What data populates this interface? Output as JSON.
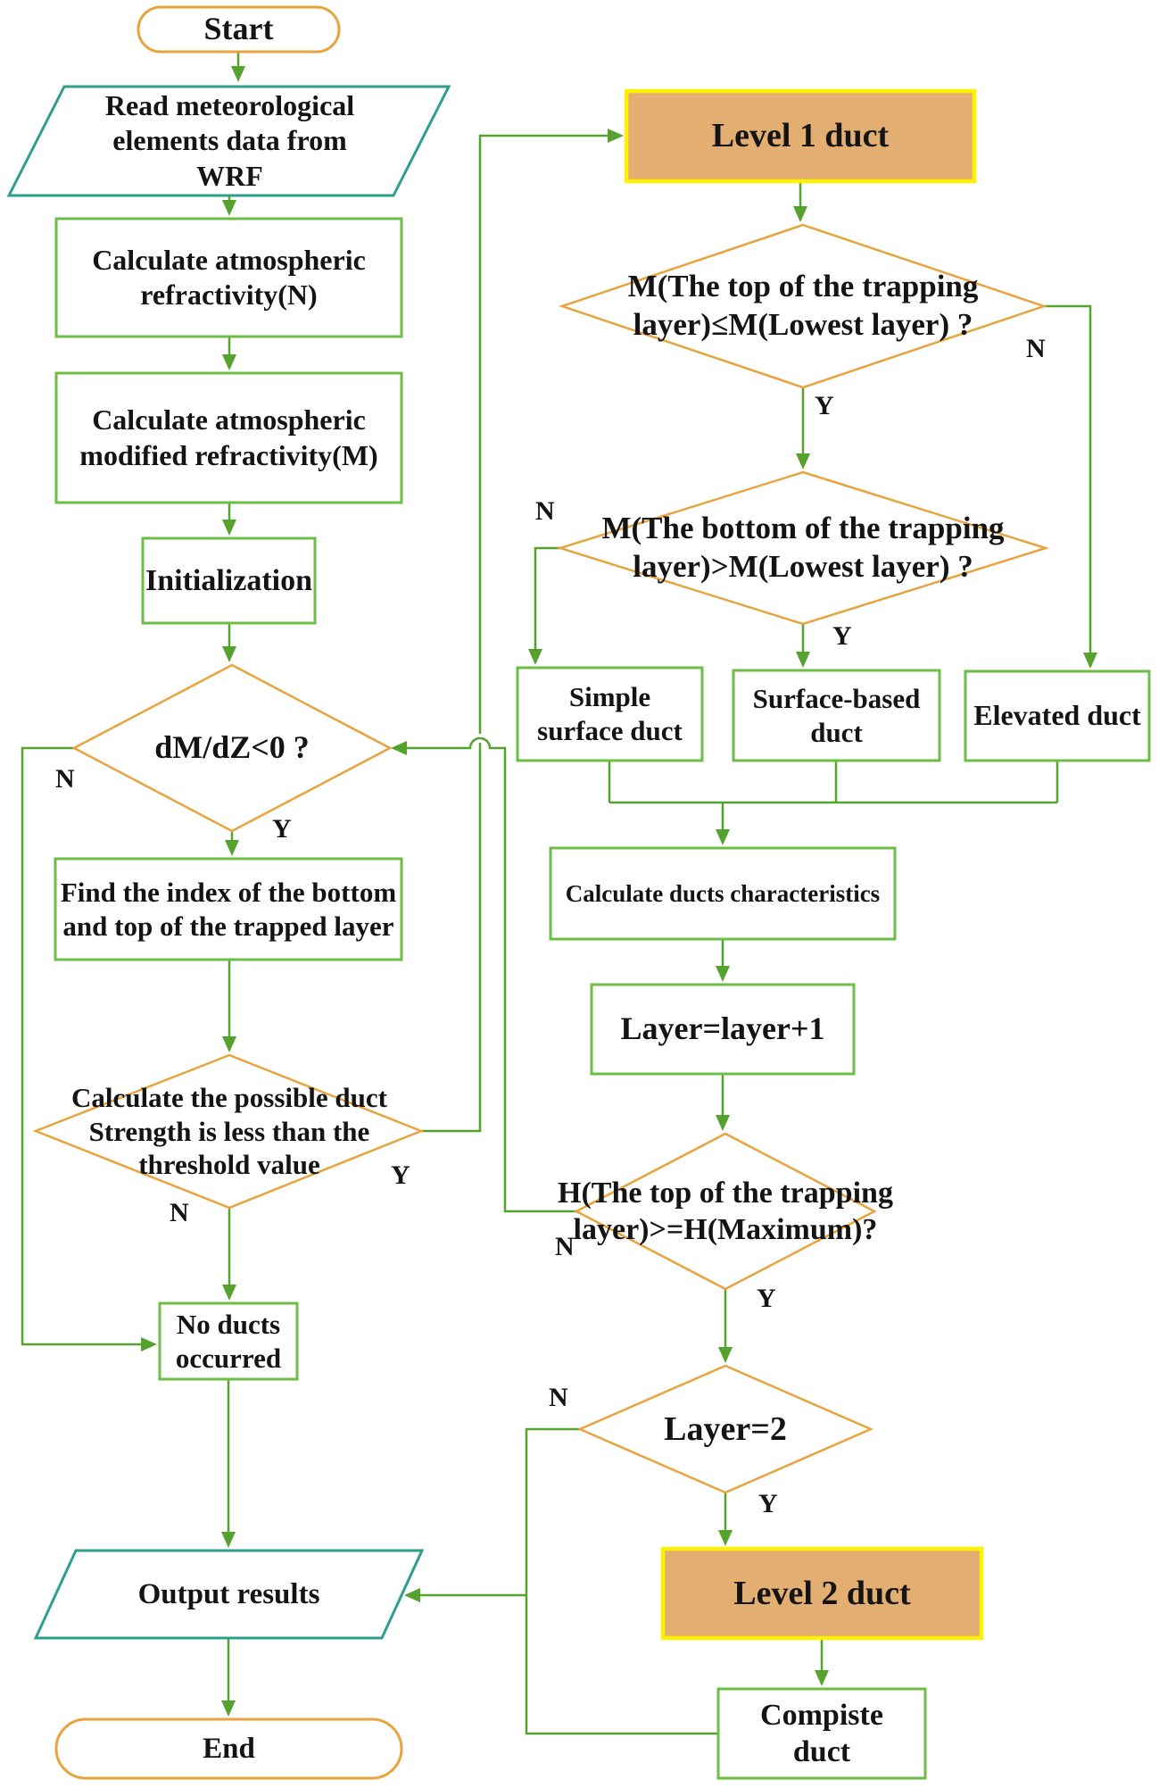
{
  "nodes": {
    "start": "Start",
    "read_wrf": "Read meteorological\nelements data from\nWRF",
    "calc_n": "Calculate atmospheric\nrefractivity(N)",
    "calc_m": "Calculate atmospheric\nmodified refractivity(M)",
    "init": "Initialization",
    "dmdz": "dM/dZ<0 ?",
    "find_index": "Find the index of the bottom\nand top of the trapped layer",
    "threshold": "Calculate the possible duct\nStrength is less than the\nthreshold value",
    "no_ducts": "No ducts\noccurred",
    "output": "Output results",
    "end": "End",
    "level1": "Level 1 duct",
    "d1": "M(The top of the trapping\nlayer)≤M(Lowest layer) ?",
    "d2": "M(The bottom of the trapping\nlayer)>M(Lowest layer) ?",
    "simple": "Simple\nsurface duct",
    "surface": "Surface-based\nduct",
    "elevated": "Elevated duct",
    "calc_ducts": "Calculate ducts characteristics",
    "layer_inc": "Layer=layer+1",
    "h_max": "H(The top of the trapping\nlayer)>=H(Maximum)?",
    "layer2_q": "Layer=2",
    "level2": "Level 2 duct",
    "compiste": "Compiste\nduct"
  },
  "branch": {
    "dmdz_n": "N",
    "dmdz_y": "Y",
    "threshold_n": "N",
    "threshold_y": "Y",
    "d1_y": "Y",
    "d1_n": "N",
    "d2_n": "N",
    "d2_y": "Y",
    "h_n": "N",
    "h_y": "Y",
    "layer2_n": "N",
    "layer2_y": "Y"
  },
  "colors": {
    "connector_green": "#55a22f",
    "process_border_green": "#6cbe45",
    "decision_border_orange": "#e8a33d",
    "terminal_border_orange": "#e8a33d",
    "io_border_teal": "#2e9e8e",
    "duct_fill_tan": "#e2ae72",
    "duct_border_yellow": "#fff100"
  }
}
